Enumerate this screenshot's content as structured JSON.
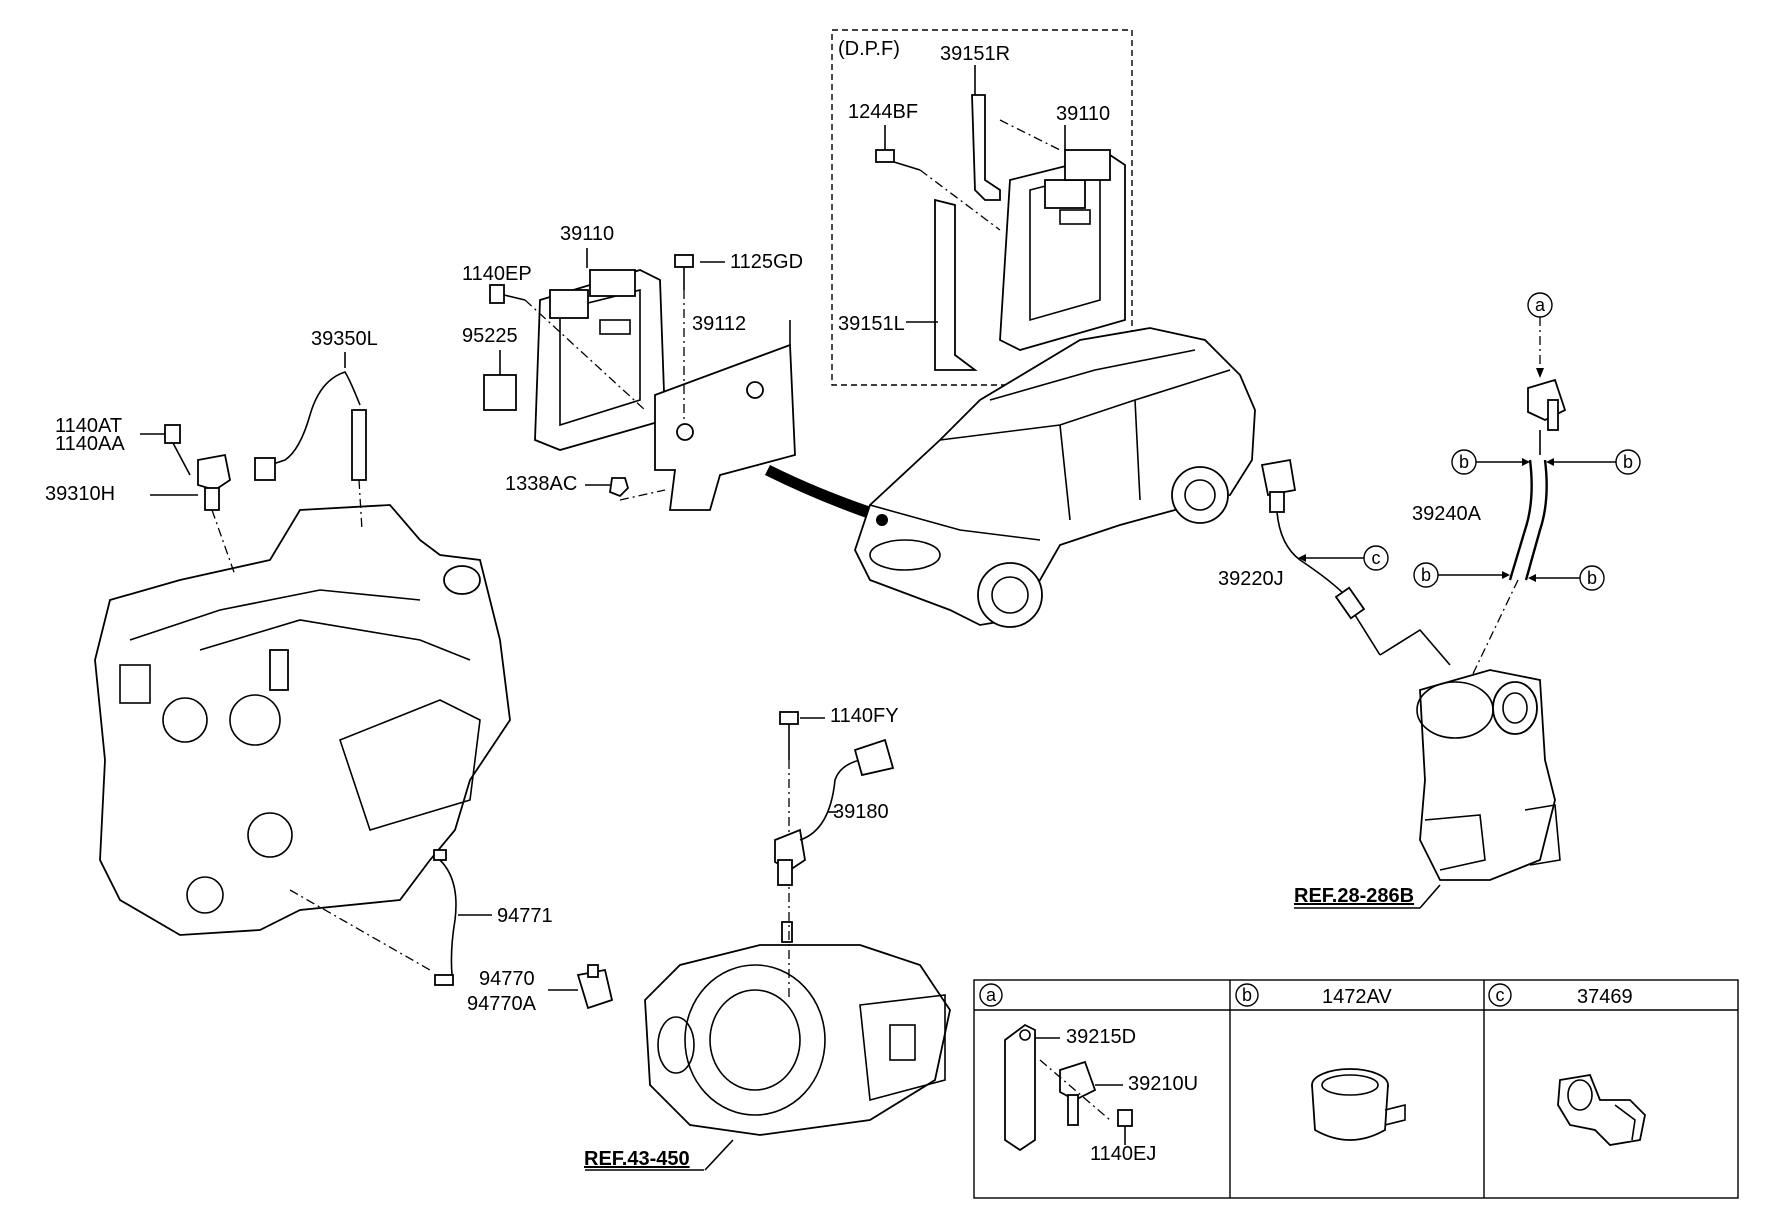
{
  "labels": {
    "dpf_group": "(D.P.F)",
    "p39151R": "39151R",
    "p1244BF": "1244BF",
    "p39110_dpf": "39110",
    "p39151L": "39151L",
    "p39110": "39110",
    "p1140EP": "1140EP",
    "p1125GD": "1125GD",
    "p39112": "39112",
    "p95225": "95225",
    "p1338AC": "1338AC",
    "p39350L": "39350L",
    "p1140AT": "1140AT",
    "p1140AA": "1140AA",
    "p39310H": "39310H",
    "p1140FY": "1140FY",
    "p39180": "39180",
    "p94771": "94771",
    "p94770": "94770",
    "p94770A": "94770A",
    "p39240A": "39240A",
    "p39220J": "39220J"
  },
  "references": {
    "ref_28": "REF.28-286B",
    "ref_43": "REF.43-450"
  },
  "callouts": {
    "a": "a",
    "b": "b",
    "c": "c"
  },
  "detail_table": {
    "cell_a": {
      "letter": "a",
      "parts": [
        "39215D",
        "39210U",
        "1140EJ"
      ]
    },
    "cell_b": {
      "letter": "b",
      "part": "1472AV"
    },
    "cell_c": {
      "letter": "c",
      "part": "37469"
    }
  }
}
